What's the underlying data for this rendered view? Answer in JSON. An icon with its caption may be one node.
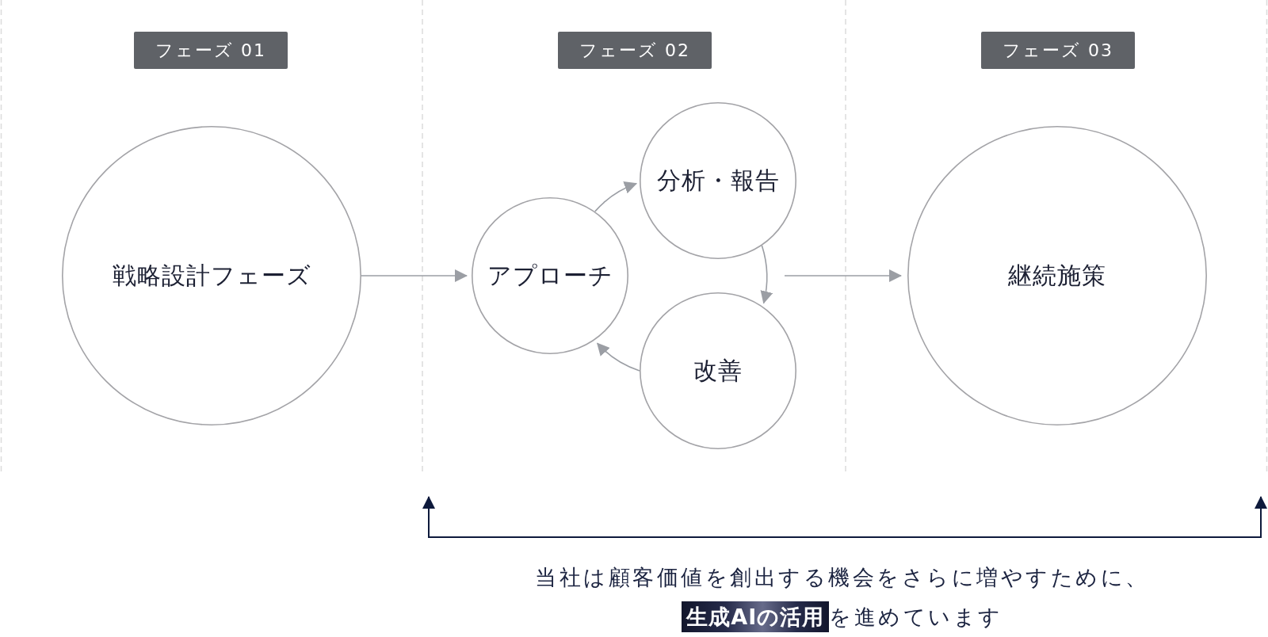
{
  "diagram": {
    "nodes": [
      {
        "text": [
          "フェーズ 01"
        ]
      },
      {
        "text": [
          "フェーズ 02"
        ]
      },
      {
        "text": [
          "フェーズ 03"
        ]
      },
      {
        "text": [
          "戦略設計フェーズ"
        ]
      },
      {
        "text": [
          "アプローチ"
        ]
      },
      {
        "text": [
          "分析・報告"
        ]
      },
      {
        "text": [
          "改善"
        ]
      },
      {
        "text": [
          "継続施策"
        ]
      }
    ],
    "edges": [
      {
        "from": 3,
        "to": 4,
        "arrow": "to"
      },
      {
        "from": 4,
        "to": 5,
        "arrow": "to"
      },
      {
        "from": 5,
        "to": 6,
        "arrow": "to"
      },
      {
        "from": 6,
        "to": 4,
        "arrow": "to"
      },
      {
        "from": null,
        "to": 7,
        "arrow": "to"
      }
    ],
    "labels": [
      "当社は顧客価値を創出する機会をさらに増やすために、**生成AIの活用**を進めています"
    ]
  }
}
